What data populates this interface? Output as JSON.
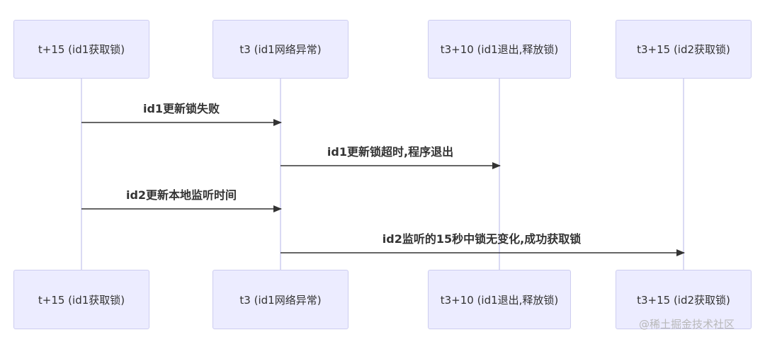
{
  "participants": [
    {
      "id": "p1",
      "label": "t+15 (id1获取锁)"
    },
    {
      "id": "p2",
      "label": "t3 (id1网络异常)"
    },
    {
      "id": "p3",
      "label": "t3+10 (id1退出,释放锁)"
    },
    {
      "id": "p4",
      "label": "t3+15 (id2获取锁)"
    }
  ],
  "messages": [
    {
      "from": "p1",
      "to": "p2",
      "text": "id1更新锁失败"
    },
    {
      "from": "p2",
      "to": "p3",
      "text": "id1更新锁超时,程序退出"
    },
    {
      "from": "p1",
      "to": "p2",
      "text": "id2更新本地监听时间"
    },
    {
      "from": "p2",
      "to": "p4",
      "text": "id2监听的15秒中锁无变化,成功获取锁"
    }
  ],
  "colors": {
    "box_fill": "#ececff",
    "box_border": "#cdcdf0",
    "lifeline": "#cdcdf0",
    "arrow": "#333333",
    "text": "#333333"
  },
  "watermark": "@稀土掘金技术社区"
}
